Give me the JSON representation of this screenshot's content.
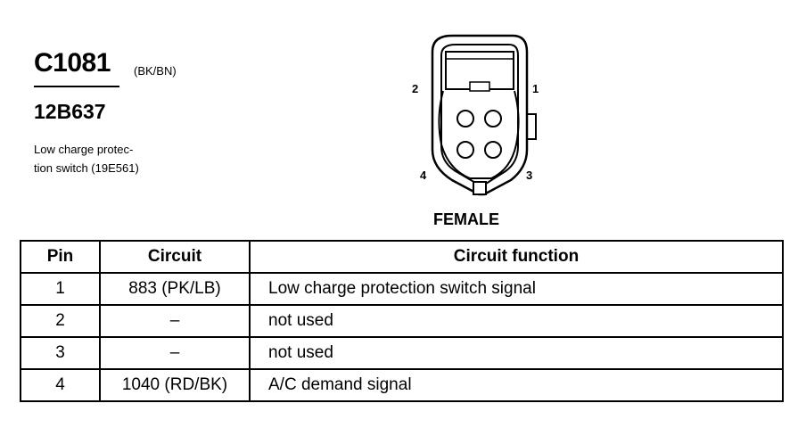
{
  "connector": {
    "id": "C1081",
    "color": "(BK/BN)",
    "part_number": "12B637",
    "description_line1": "Low charge protec-",
    "description_line2": "tion switch (19E561)",
    "gender": "FEMALE",
    "pin_labels": {
      "p1": "1",
      "p2": "2",
      "p3": "3",
      "p4": "4"
    }
  },
  "table": {
    "headers": {
      "pin": "Pin",
      "circuit": "Circuit",
      "function": "Circuit function"
    },
    "rows": [
      {
        "pin": "1",
        "circuit": "883 (PK/LB)",
        "function": "Low charge protection switch signal"
      },
      {
        "pin": "2",
        "circuit": "–",
        "function": "not used"
      },
      {
        "pin": "3",
        "circuit": "–",
        "function": "not used"
      },
      {
        "pin": "4",
        "circuit": "1040 (RD/BK)",
        "function": "A/C demand signal"
      }
    ]
  }
}
